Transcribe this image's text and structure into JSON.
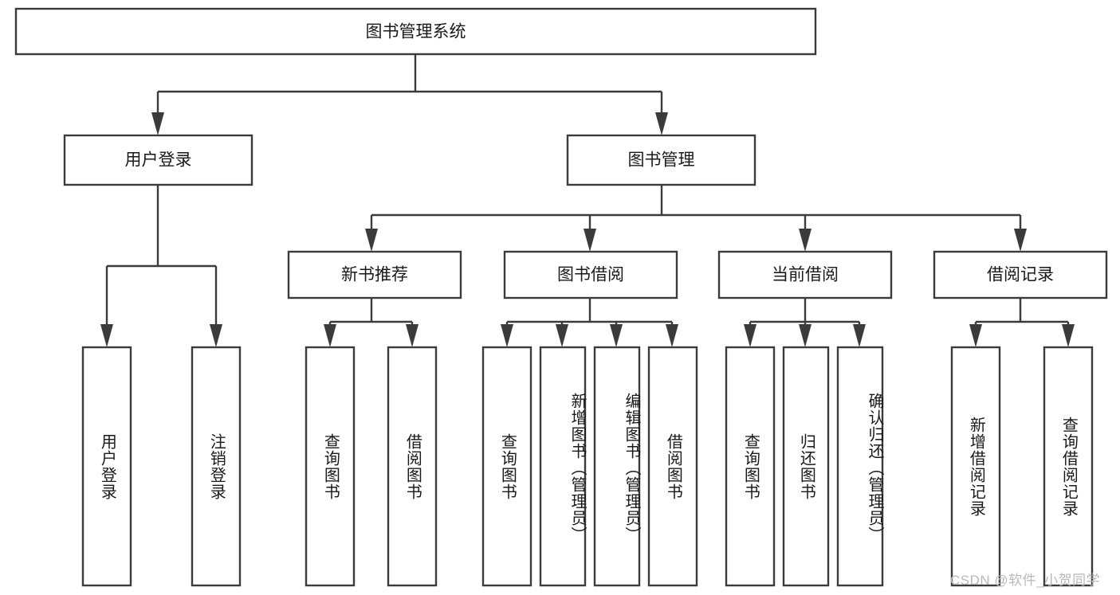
{
  "diagram": {
    "type": "tree",
    "title": "图书管理系统",
    "orientation": "top-down",
    "levels": 4,
    "colors": {
      "box_stroke": "#3b3b3b",
      "box_fill": "#ffffff",
      "connector": "#3b3b3b",
      "text": "#1a1a1a",
      "watermark": "#b8b8b8",
      "background": "#ffffff"
    },
    "root": {
      "label": "图书管理系统"
    },
    "level2": [
      {
        "label": "用户登录"
      },
      {
        "label": "图书管理"
      }
    ],
    "level3": [
      {
        "label": "新书推荐"
      },
      {
        "label": "图书借阅"
      },
      {
        "label": "当前借阅"
      },
      {
        "label": "借阅记录"
      }
    ],
    "leaves": {
      "user_login": [
        {
          "label": "用户登录"
        },
        {
          "label": "注销登录"
        }
      ],
      "new_book_recommend": [
        {
          "label": "查询图书"
        },
        {
          "label": "借阅图书"
        }
      ],
      "book_borrow": [
        {
          "label": "查询图书"
        },
        {
          "label": "新增图书（管理员）"
        },
        {
          "label": "编辑图书（管理员）"
        },
        {
          "label": "借阅图书"
        }
      ],
      "current_borrow": [
        {
          "label": "查询图书"
        },
        {
          "label": "归还图书"
        },
        {
          "label": "确认归还（管理员）"
        }
      ],
      "borrow_records": [
        {
          "label": "新增借阅记录"
        },
        {
          "label": "查询借阅记录"
        }
      ]
    },
    "watermark": "CSDN @软件_小贺同学"
  }
}
